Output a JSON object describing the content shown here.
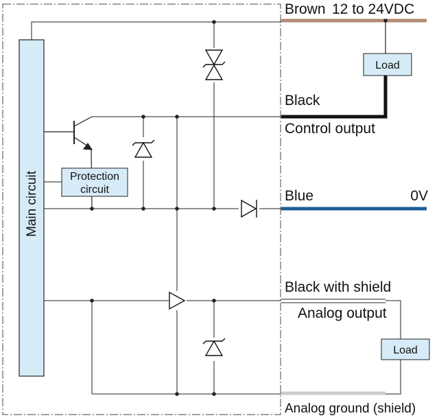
{
  "main_circuit": {
    "label": "Main circuit"
  },
  "protection_circuit": {
    "line1": "Protection",
    "line2": "circuit"
  },
  "wires": {
    "brown": {
      "name": "Brown",
      "voltage": "12 to 24VDC",
      "color": "#b38b76"
    },
    "black": {
      "name": "Black",
      "function": "Control output",
      "color": "#111111"
    },
    "blue": {
      "name": "Blue",
      "voltage": "0V",
      "color": "#1f5f99"
    },
    "black_shield": {
      "name": "Black with shield",
      "function": "Analog output"
    },
    "analog_ground": {
      "name": "Analog ground (shield)",
      "color": "#cccccc"
    }
  },
  "loads": {
    "control_load": "Load",
    "analog_load": "Load"
  },
  "colors": {
    "box_fill": "#d6ebf7",
    "line": "#222222"
  }
}
